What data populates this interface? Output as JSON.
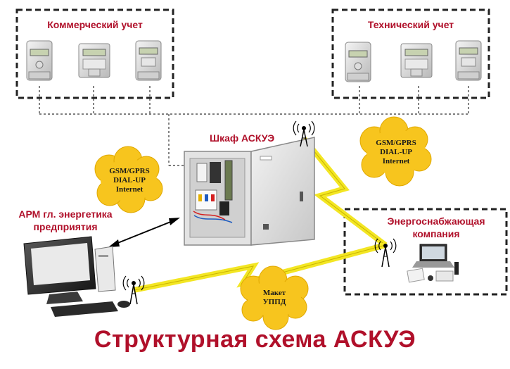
{
  "diagram": {
    "title": "Структурная схема АСКУЭ",
    "groups": {
      "commercial": "Коммерческий учет",
      "technical": "Технический учет"
    },
    "nodes": {
      "cabinet": "Шкаф АСКУЭ",
      "workstation_line1": "АРМ гл. энергетика",
      "workstation_line2": "предприятия",
      "utility_line1": "Энергоснабжающая",
      "utility_line2": "компания"
    },
    "clouds": {
      "left": [
        "GSM/GPRS",
        "DIAL-UP",
        "Internet"
      ],
      "right": [
        "GSM/GPRS",
        "DIAL-UP",
        "Internet"
      ],
      "bottom": [
        "Макет",
        "УППД"
      ]
    },
    "colors": {
      "label_red": "#b0102a",
      "cloud_yellow": "#f7c51e",
      "link_yellow": "#f3e623",
      "dash_border": "#222222"
    }
  }
}
